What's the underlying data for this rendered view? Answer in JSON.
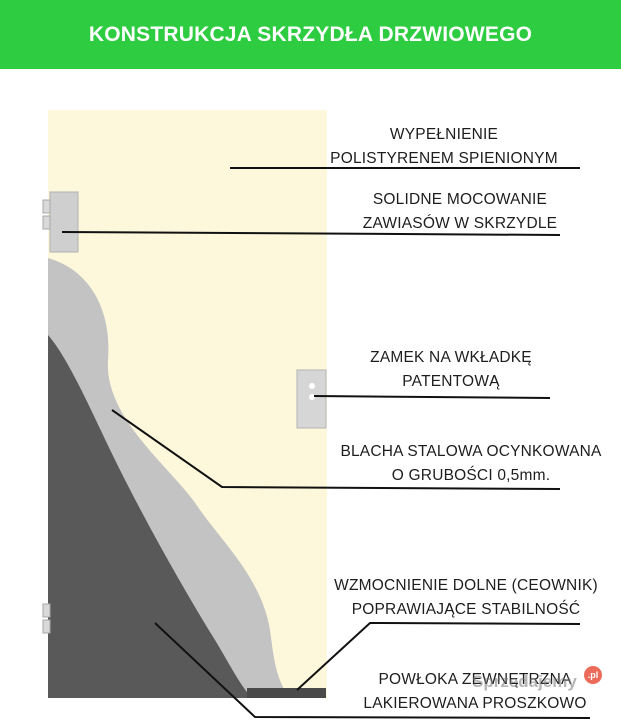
{
  "header": {
    "title": "KONSTRUKCJA SKRZYDŁA DRZWIOWEGO"
  },
  "labels": {
    "filling": [
      "WYPEŁNIENIE",
      "POLISTYRENEM SPIENIONYM"
    ],
    "hinges": [
      "SOLIDNE MOCOWANIE",
      "ZAWIASÓW W SKRZYDLE"
    ],
    "lock": [
      "ZAMEK NA WKŁADKĘ",
      "PATENTOWĄ"
    ],
    "sheet": [
      "BLACHA STALOWA OCYNKOWANA",
      "O GRUBOŚCI 0,5mm."
    ],
    "reinforcement": [
      "WZMOCNIENIE DOLNE (CEOWNIK)",
      "POPRAWIAJĄCE STABILNOŚĆ"
    ],
    "coating": [
      "POWŁOKA ZEWNĘTRZNA",
      "LAKIEROWANA PROSZKOWO"
    ]
  },
  "watermark": {
    "text": "Sprzedajemy",
    "badge": ".pl"
  },
  "colors": {
    "banner": "#2ecc40",
    "filling": "#fdf8dc",
    "sheet": "#c3c3c3",
    "coating": "#595959",
    "frame": "#c8c8c8"
  }
}
